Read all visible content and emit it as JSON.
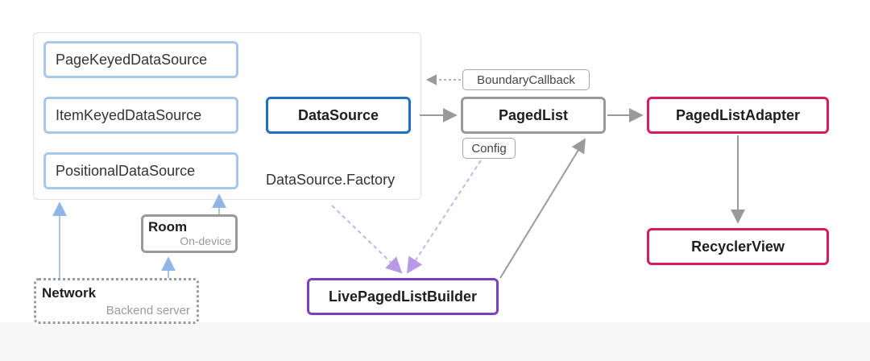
{
  "sources": {
    "page_keyed": "PageKeyedDataSource",
    "item_keyed": "ItemKeyedDataSource",
    "positional": "PositionalDataSource"
  },
  "factory_label": "DataSource.Factory",
  "datasource": "DataSource",
  "boundary_callback": "BoundaryCallback",
  "pagedlist": "PagedList",
  "config": "Config",
  "adapter": "PagedListAdapter",
  "recyclerview": "RecyclerView",
  "builder": "LivePagedListBuilder",
  "room": {
    "title": "Room",
    "subtitle": "On-device"
  },
  "network": {
    "title": "Network",
    "subtitle": "Backend server"
  },
  "colors": {
    "datasource_border": "#1f6fc4",
    "source_border": "#a9c7eb",
    "adapter_border": "#d81b60",
    "builder_border": "#7b3fbf",
    "neutral_border": "#9a9a9a",
    "dashed_purple": "#c8b4e8"
  }
}
